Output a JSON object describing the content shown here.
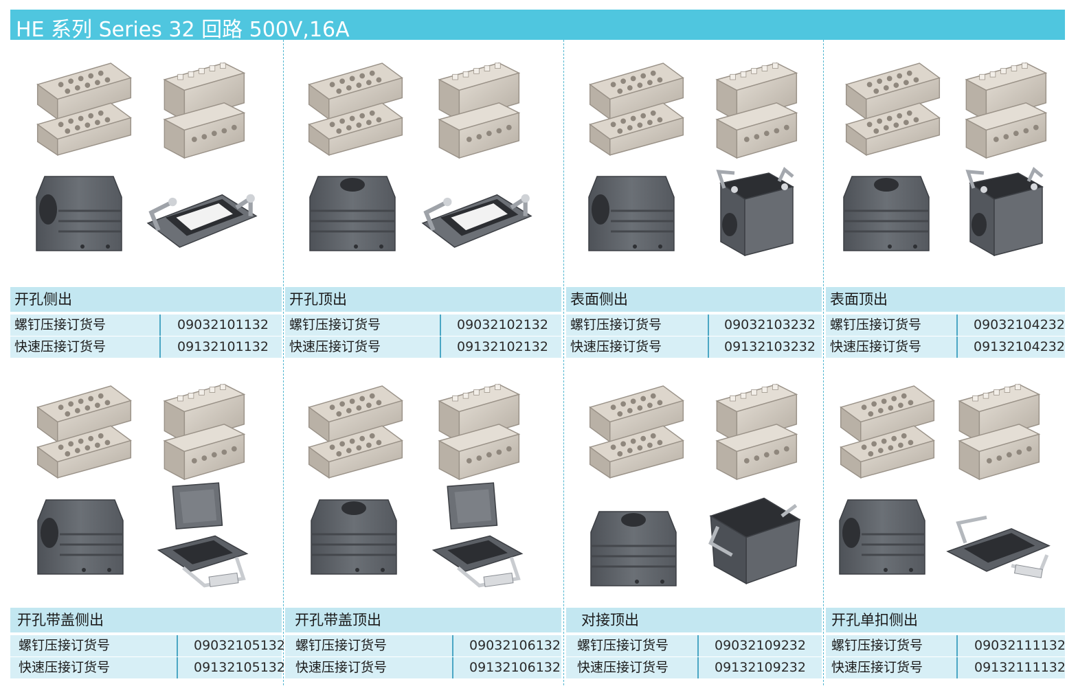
{
  "header": {
    "title": "HE 系列 Series 32 回路 500V,16A"
  },
  "colors": {
    "accent": "#4fc6df",
    "category_bg": "#c3e7f1",
    "row_bg": "#d7eff6",
    "housing": "#5c6066",
    "insert": "#cdc6bc"
  },
  "labels": {
    "screw": "螺钉压接订货号",
    "quick": "快速压接订货号"
  },
  "products": [
    {
      "category": "开孔侧出",
      "screw_no": "09032101132",
      "quick_no": "09132101132",
      "hood": "side-entry-hood",
      "base": "bulkhead-frame"
    },
    {
      "category": "开孔顶出",
      "screw_no": "09032102132",
      "quick_no": "09132102132",
      "hood": "top-entry-hood",
      "base": "bulkhead-frame"
    },
    {
      "category": "表面侧出",
      "screw_no": "09032103232",
      "quick_no": "09132103232",
      "hood": "side-entry-hood",
      "base": "surface-housing"
    },
    {
      "category": "表面顶出",
      "screw_no": "09032104232",
      "quick_no": "09132104232",
      "hood": "top-entry-hood",
      "base": "surface-housing"
    },
    {
      "category": "开孔带盖侧出",
      "screw_no": "09032105132",
      "quick_no": "09132105132",
      "hood": "side-entry-hood",
      "base": "covered-frame"
    },
    {
      "category": "开孔带盖顶出",
      "screw_no": "09032106132",
      "quick_no": "09132106132",
      "hood": "top-entry-hood",
      "base": "covered-frame"
    },
    {
      "category": "对接顶出",
      "screw_no": "09032109232",
      "quick_no": "09132109232",
      "hood": "top-entry-hood",
      "base": "coupler-housing"
    },
    {
      "category": "开孔单扣侧出",
      "screw_no": "09032111132",
      "quick_no": "09132111132",
      "hood": "side-entry-hood",
      "base": "single-lever-frame"
    }
  ]
}
